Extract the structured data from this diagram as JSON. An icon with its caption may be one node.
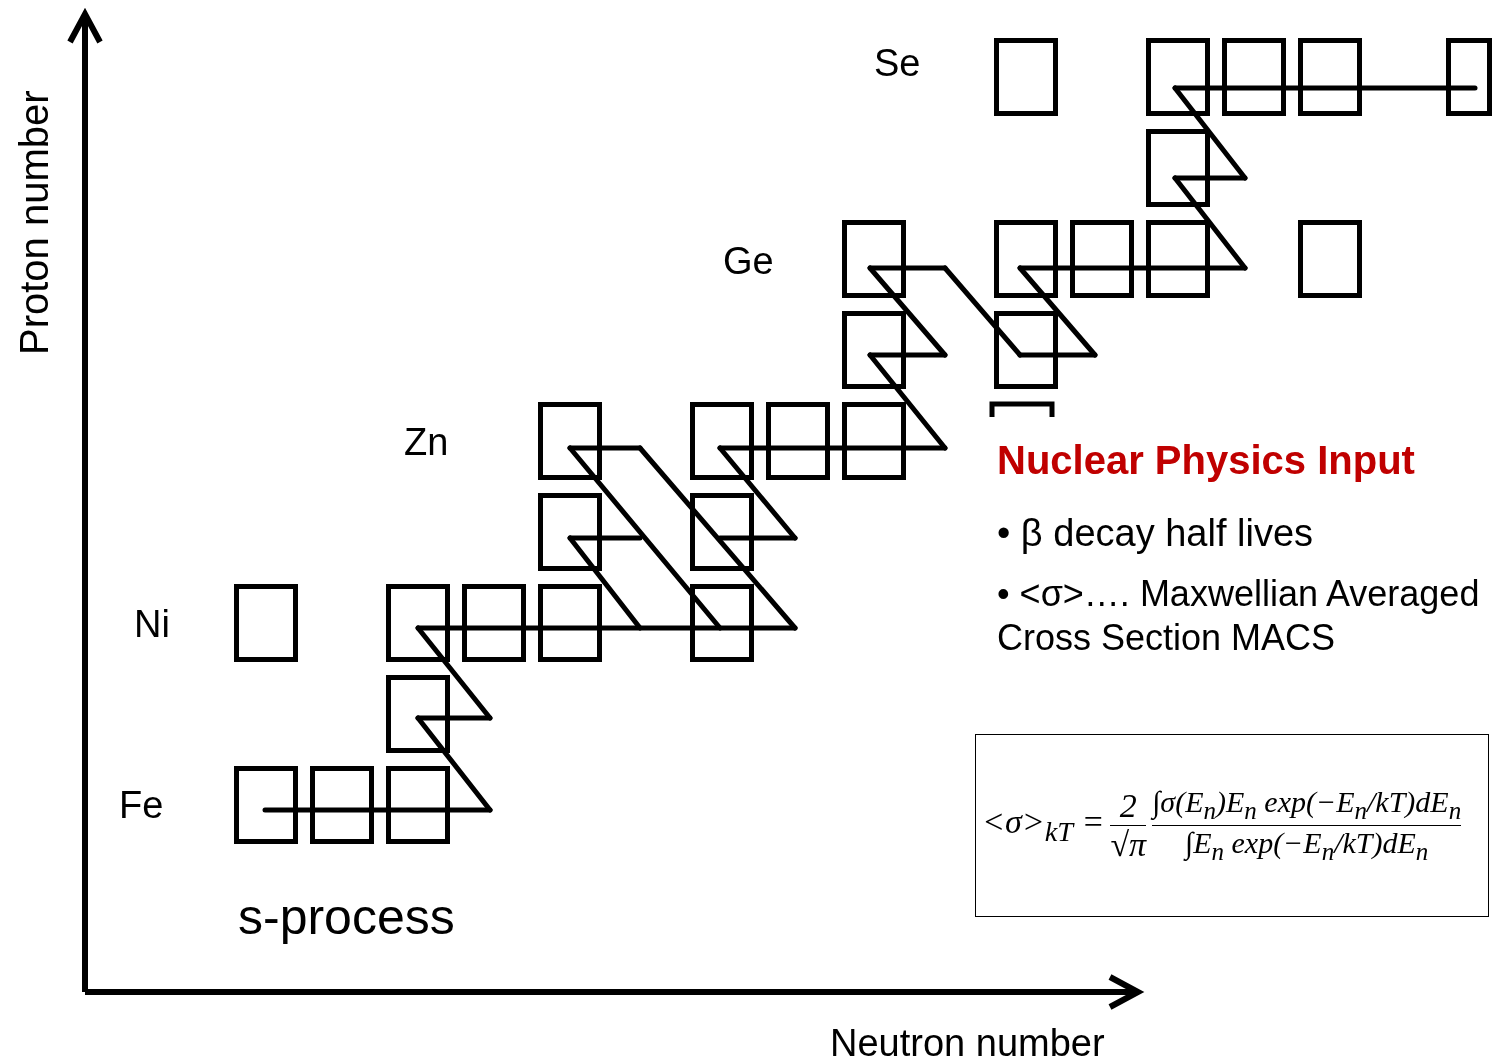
{
  "diagram": {
    "nodes": [
      {
        "text": [
          "<σ>$_{kT}$ =",
          "2",
          "√π",
          "∫σ(E$_{n}$)E$_{n}$ exp(−E$_{n}$/kT)dE$_{n}$",
          "∫E$_{n}$ exp(−E$_{n}$/kT)dE$_{n}$"
        ]
      },
      {
        "text": [],
        "shape": "box"
      },
      {
        "text": [],
        "shape": "box"
      },
      {
        "text": [],
        "shape": "box"
      },
      {
        "text": [],
        "shape": "box"
      },
      {
        "text": [],
        "shape": "box"
      },
      {
        "text": [],
        "shape": "box"
      },
      {
        "text": [],
        "shape": "box"
      },
      {
        "text": [],
        "shape": "box"
      },
      {
        "text": [],
        "shape": "box"
      },
      {
        "text": [],
        "shape": "box"
      },
      {
        "text": [],
        "shape": "box"
      },
      {
        "text": [],
        "shape": "box"
      },
      {
        "text": [],
        "shape": "box"
      },
      {
        "text": [],
        "shape": "box"
      },
      {
        "text": [],
        "shape": "box"
      },
      {
        "text": [],
        "shape": "box"
      },
      {
        "text": [],
        "shape": "box"
      },
      {
        "text": [],
        "shape": "box"
      },
      {
        "text": [],
        "shape": "box"
      },
      {
        "text": [],
        "shape": "box"
      },
      {
        "text": [],
        "shape": "box"
      },
      {
        "text": [],
        "shape": "box"
      },
      {
        "text": [],
        "shape": "box"
      },
      {
        "text": [],
        "shape": "box"
      },
      {
        "text": [],
        "shape": "box"
      },
      {
        "text": [],
        "shape": "box"
      },
      {
        "text": [],
        "shape": "box"
      },
      {
        "text": [],
        "shape": "box"
      }
    ],
    "labels": [
      "Proton number",
      "Se",
      "Ge",
      "Zn",
      "Ni",
      "Fe",
      "s-process",
      "Nuclear Physics Input",
      "• β decay half lives",
      "• <σ>…. Maxwellian Averaged Cross Section MACS",
      "Neutron number"
    ]
  }
}
